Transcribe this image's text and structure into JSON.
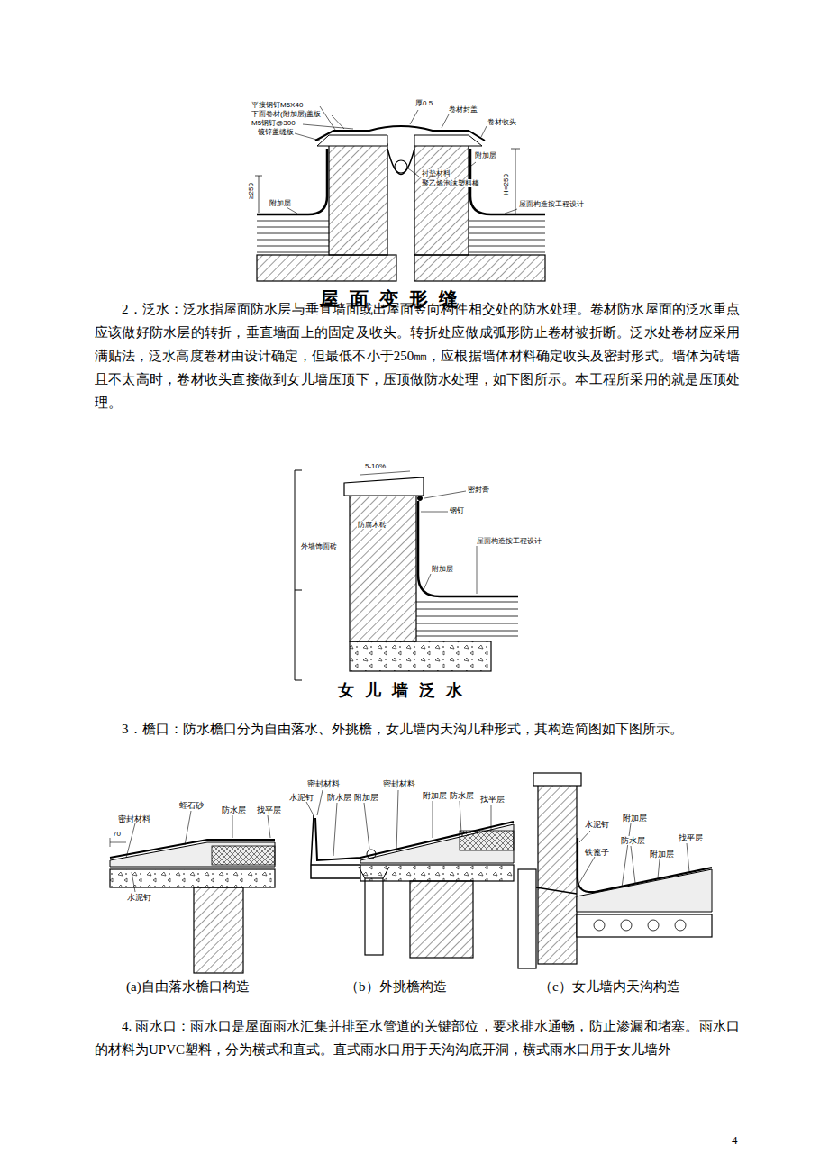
{
  "diagram": {
    "labels": [
      "平接钢钉M5X40",
      "下面卷材(附加层)盖板",
      "M5钢钉@300",
      "镀锌盖缝板",
      "厚0.5",
      "卷材封盖",
      "卷材收头",
      "衬垫材料",
      "聚乙烯泡沫塑料棒",
      "≥250",
      "附加层",
      "附加层",
      "H=250",
      "屋面构造按工程设计",
      "屋面变形缝",
      "2．泛水：泛水指屋面防水层与垂直墙面或出屋面竖向构件相交处的防水处理。卷材防水屋面的泛水重点应该做好防水层的转折，垂直墙面上的固定及收头。转折处应做成弧形防止卷材被折断。泛水处卷材应采用满贴法，泛水高度卷材由设计确定，但最低不小于250㎜，应根据墙体材料确定收头及密封形式。墙体为砖墙且不太高时，卷材收头直接做到女儿墙压顶下，压顶做防水处理，如下图所示。本工程所采用的就是压顶处理。",
      "5-10%",
      "密封膏",
      "钢钉",
      "防腐木砖",
      "屋面构造按工程设计",
      "附加层",
      "外墙饰面砖",
      "女儿墙泛水",
      "3．檐口：防水檐口分为自由落水、外挑檐，女儿墙内天沟几种形式，其构造简图如下图所示。",
      "密封材料",
      "蛭石砂",
      "防水层",
      "找平层",
      "70",
      "水泥钉",
      "密封材料",
      "水泥钉",
      "防水层",
      "附加层",
      "密封材料",
      "附加层",
      "防水层",
      "找平层",
      "水泥钉",
      "附加层",
      "铁篦子",
      "防水层",
      "附加层",
      "找平层",
      "(a)自由落水檐口构造",
      "（b）外挑檐构造",
      "（c）女儿墙内天沟构造",
      "4. 雨水口：雨水口是屋面雨水汇集并排至水管道的关键部位，要求排水通畅，防止渗漏和堵塞。雨水口的材料为UPVC塑料，分为横式和直式。直式雨水口用于天沟沟底开洞，横式雨水口用于女儿墙外",
      "4"
    ]
  }
}
